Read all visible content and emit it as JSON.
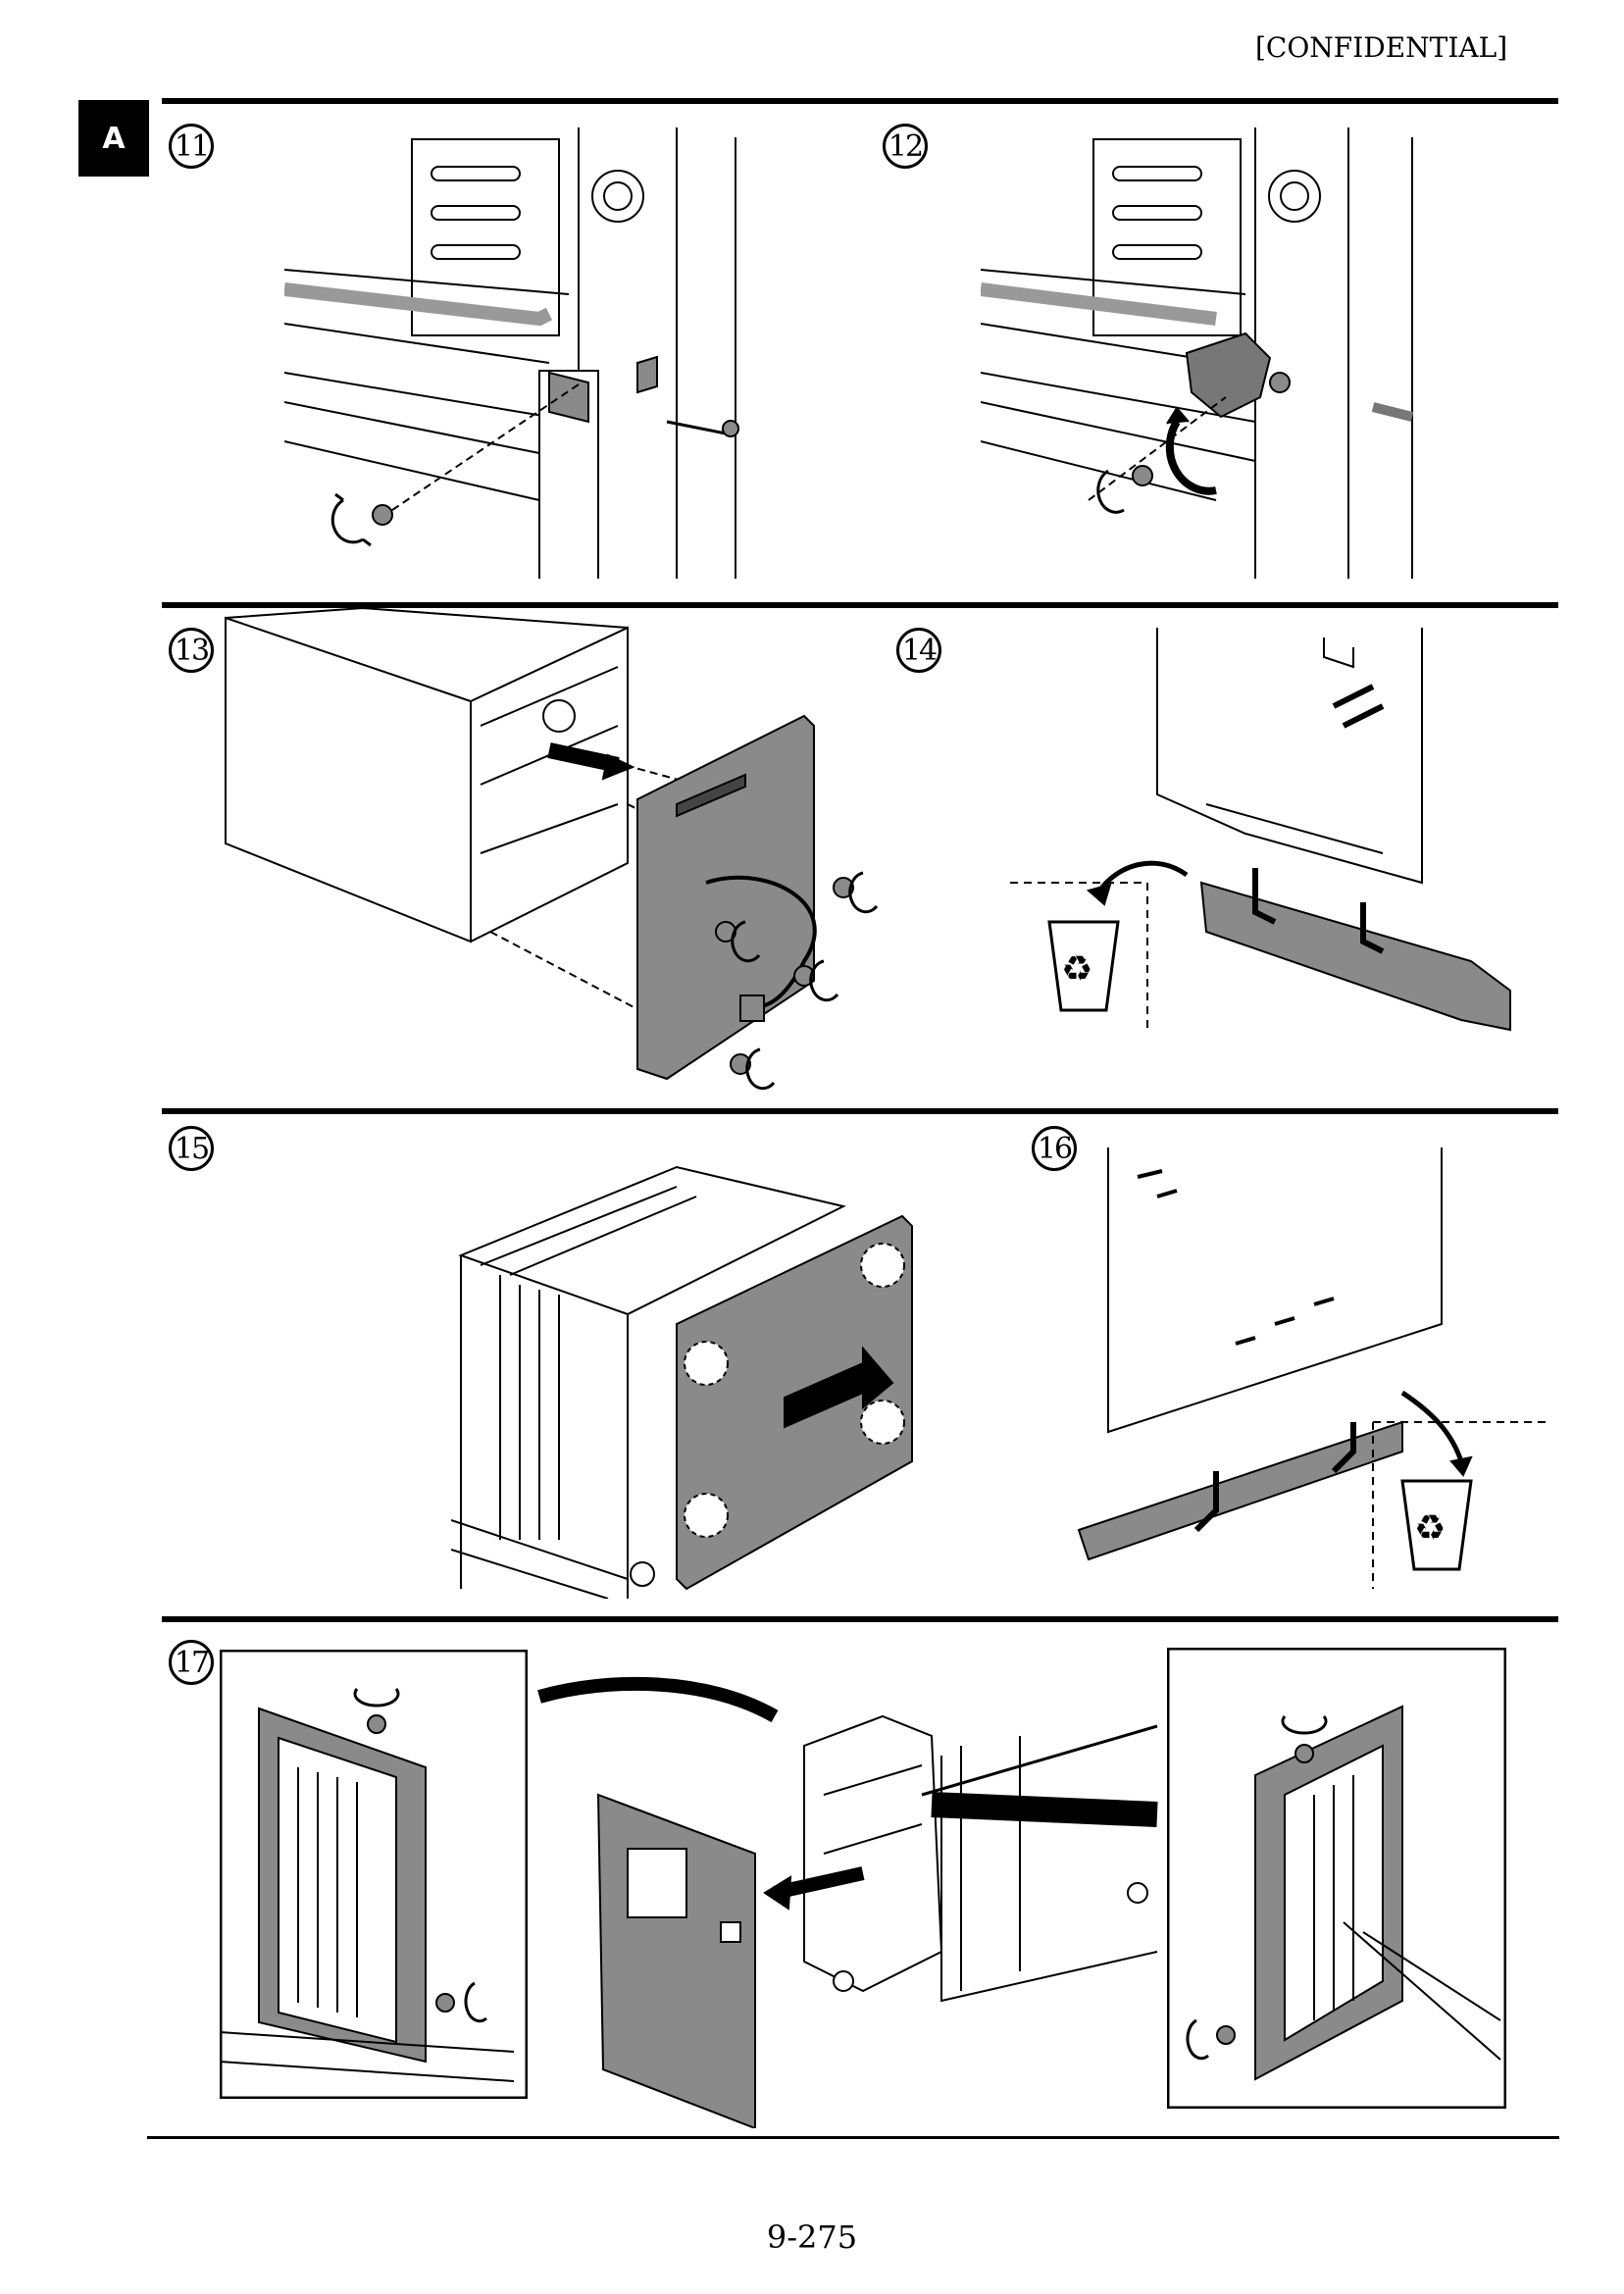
{
  "header": {
    "confidential": "[CONFIDENTIAL]",
    "section_tab": "A"
  },
  "steps": [
    {
      "number": "11",
      "icon": "screw-removal-illustration"
    },
    {
      "number": "12",
      "icon": "lever-removal-illustration"
    },
    {
      "number": "13",
      "icon": "cover-removal-illustration"
    },
    {
      "number": "14",
      "icon": "discard-part-illustration"
    },
    {
      "number": "15",
      "icon": "cover-slide-illustration"
    },
    {
      "number": "16",
      "icon": "discard-part-illustration"
    },
    {
      "number": "17",
      "icon": "front-cover-removal-illustration"
    }
  ],
  "footer": {
    "page_number": "9-275"
  },
  "colors": {
    "ink": "#000000",
    "part_fill": "#8a8a8a",
    "paper": "#ffffff"
  }
}
